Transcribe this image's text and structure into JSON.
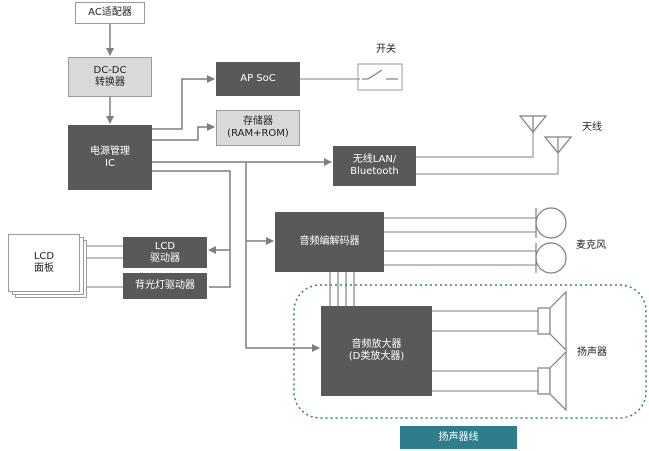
{
  "blocks": {
    "ac_adapter": "AC适配器",
    "dcdc_line1": "DC-DC",
    "dcdc_line2": "转换器",
    "pmic_line1": "电源管理",
    "pmic_line2": "IC",
    "ap_soc": "AP SoC",
    "memory_line1": "存储器",
    "memory_line2": "(RAM+ROM)",
    "wireless_line1": "无线LAN/",
    "wireless_line2": "Bluetooth",
    "audio_codec": "音频编解码器",
    "lcd_driver_line1": "LCD",
    "lcd_driver_line2": "驱动器",
    "backlight_driver": "背光灯驱动器",
    "lcd_panel_line1": "LCD",
    "lcd_panel_line2": "面板",
    "amp_line1": "音频放大器",
    "amp_line2": "(D类放大器)"
  },
  "labels": {
    "switch": "开关",
    "antenna": "天线",
    "microphone": "麦克风",
    "speaker": "扬声器"
  },
  "footer": {
    "speaker_line": "扬声器线"
  },
  "colors": {
    "dark_block": "#595959",
    "light_block": "#d9d9d9",
    "arrow": "#7f7f7f",
    "line": "#9a9a9a",
    "group_outline": "#2e7d8c",
    "footer_bar": "#2e7d8c"
  }
}
